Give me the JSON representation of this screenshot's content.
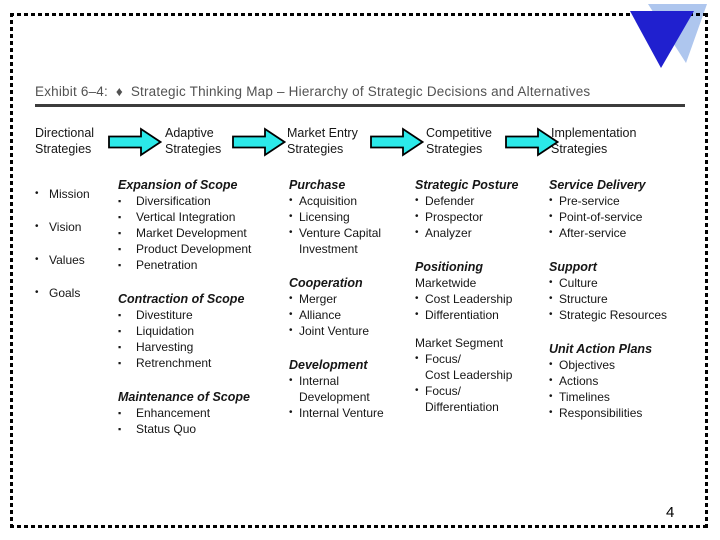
{
  "slide": {
    "title": "Exhibit 6–4:  ♦  Strategic Thinking Map – Hierarchy of Strategic Decisions and Alternatives",
    "page_number": "4"
  },
  "colors": {
    "arrow_fill": "#2BE9E9",
    "arrow_stroke": "#000000",
    "triangle_dark": "#2020CF",
    "triangle_light": "#AEC6EE"
  },
  "glyphs": {
    "bullet": "•",
    "bullet_square": "▪"
  },
  "columns": [
    {
      "header": "Directional\nStrategies",
      "sections": [
        {
          "items": [
            "Mission",
            "Vision",
            "Values",
            "Goals"
          ]
        }
      ]
    },
    {
      "header": "Adaptive\nStrategies",
      "sections": [
        {
          "heading": "Expansion of Scope",
          "items": [
            "Diversification",
            "Vertical Integration",
            "Market Development",
            "Product Development",
            "Penetration"
          ]
        },
        {
          "heading": "Contraction of Scope",
          "items": [
            "Divestiture",
            "Liquidation",
            "Harvesting",
            "Retrenchment"
          ]
        },
        {
          "heading": "Maintenance of Scope",
          "items": [
            "Enhancement",
            "Status Quo"
          ]
        }
      ]
    },
    {
      "header": "Market Entry\nStrategies",
      "sections": [
        {
          "heading": "Purchase",
          "items": [
            "Acquisition",
            "Licensing",
            "Venture Capital\nInvestment"
          ]
        },
        {
          "heading": "Cooperation",
          "items": [
            "Merger",
            "Alliance",
            "Joint Venture"
          ]
        },
        {
          "heading": "Development",
          "items": [
            "Internal\nDevelopment",
            "Internal Venture"
          ]
        }
      ]
    },
    {
      "header": "Competitive\nStrategies",
      "sections": [
        {
          "heading": "Strategic Posture",
          "items": [
            "Defender",
            "Prospector",
            "Analyzer"
          ]
        },
        {
          "heading": "Positioning",
          "subheading": "Marketwide",
          "items": [
            "Cost Leadership",
            "Differentiation"
          ]
        },
        {
          "subheading": "Market Segment",
          "items": [
            "Focus/\nCost Leadership",
            "Focus/\nDifferentiation"
          ]
        }
      ]
    },
    {
      "header": "Implementation\nStrategies",
      "sections": [
        {
          "heading": "Service Delivery",
          "items": [
            "Pre-service",
            "Point-of-service",
            "After-service"
          ]
        },
        {
          "heading": "Support",
          "items": [
            "Culture",
            "Structure",
            "Strategic Resources"
          ]
        },
        {
          "heading": "Unit Action Plans",
          "items": [
            "Objectives",
            "Actions",
            "Timelines",
            "Responsibilities"
          ]
        }
      ]
    }
  ]
}
